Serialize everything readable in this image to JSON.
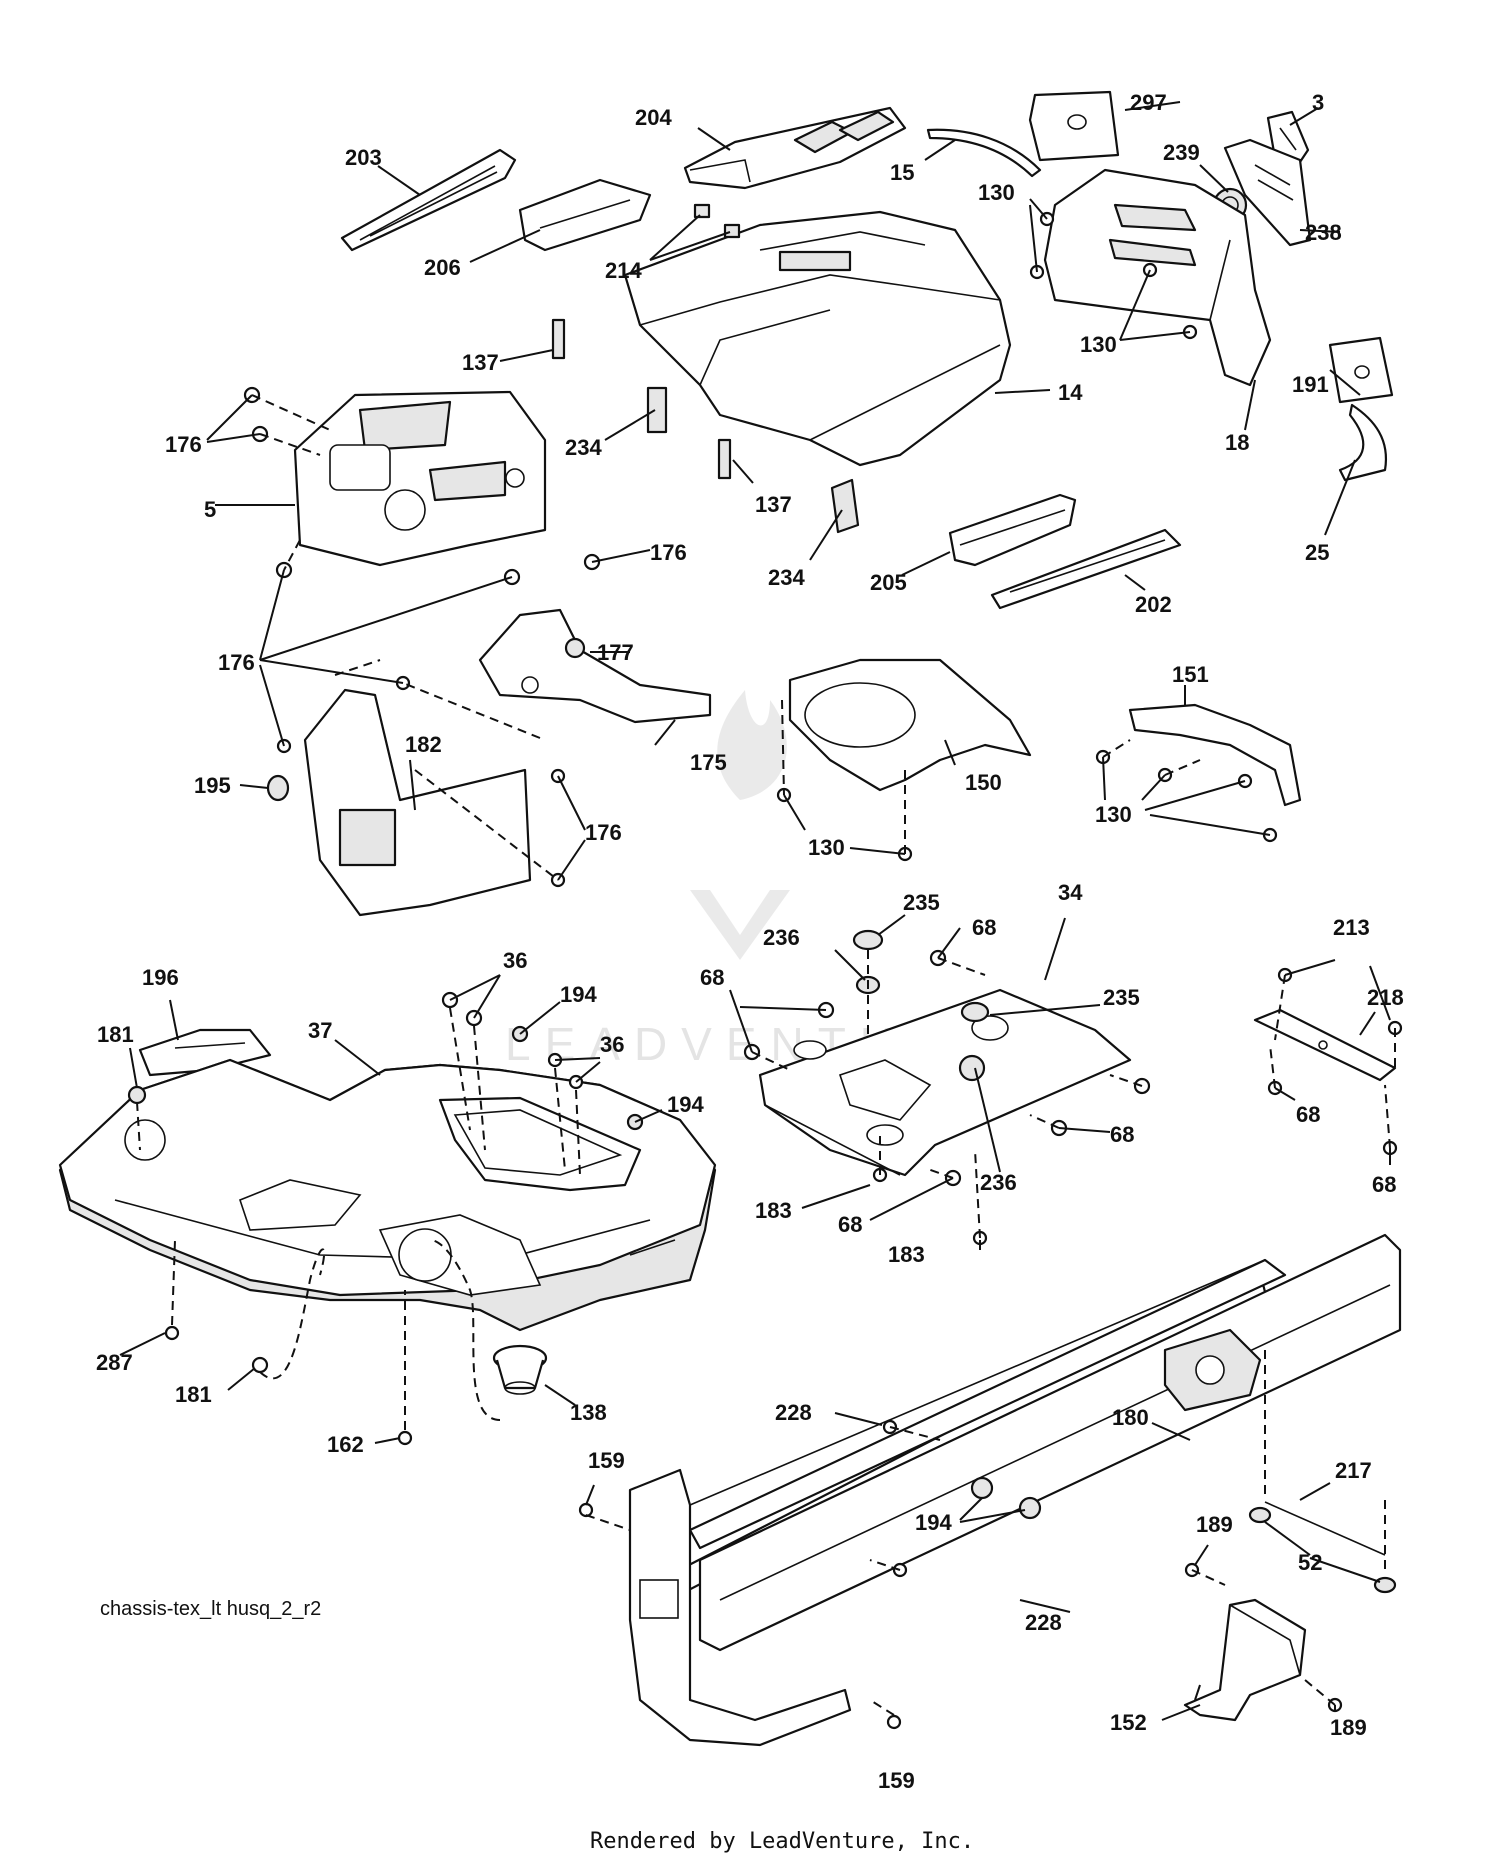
{
  "diagram": {
    "reference_code": "chassis-tex_lt husq_2_r2",
    "rendered_by": "Rendered by LeadVenture, Inc.",
    "watermark": "LEADVENTURE",
    "callouts": [
      {
        "id": "c297",
        "label": "297"
      },
      {
        "id": "c3",
        "label": "3"
      },
      {
        "id": "c204",
        "label": "204"
      },
      {
        "id": "c203",
        "label": "203"
      },
      {
        "id": "c15",
        "label": "15"
      },
      {
        "id": "c239",
        "label": "239"
      },
      {
        "id": "c130a",
        "label": "130"
      },
      {
        "id": "c238",
        "label": "238"
      },
      {
        "id": "c206",
        "label": "206"
      },
      {
        "id": "c214",
        "label": "214"
      },
      {
        "id": "c137a",
        "label": "137"
      },
      {
        "id": "c130b",
        "label": "130"
      },
      {
        "id": "c191",
        "label": "191"
      },
      {
        "id": "c14",
        "label": "14"
      },
      {
        "id": "c176a",
        "label": "176"
      },
      {
        "id": "c234a",
        "label": "234"
      },
      {
        "id": "c18",
        "label": "18"
      },
      {
        "id": "c5",
        "label": "5"
      },
      {
        "id": "c137b",
        "label": "137"
      },
      {
        "id": "c25",
        "label": "25"
      },
      {
        "id": "c176b",
        "label": "176"
      },
      {
        "id": "c234b",
        "label": "234"
      },
      {
        "id": "c205",
        "label": "205"
      },
      {
        "id": "c202",
        "label": "202"
      },
      {
        "id": "c177",
        "label": "177"
      },
      {
        "id": "c151",
        "label": "151"
      },
      {
        "id": "c176c",
        "label": "176"
      },
      {
        "id": "c182",
        "label": "182"
      },
      {
        "id": "c175",
        "label": "175"
      },
      {
        "id": "c195",
        "label": "195"
      },
      {
        "id": "c150",
        "label": "150"
      },
      {
        "id": "c130c",
        "label": "130"
      },
      {
        "id": "c176d",
        "label": "176"
      },
      {
        "id": "c130d",
        "label": "130"
      },
      {
        "id": "c235a",
        "label": "235"
      },
      {
        "id": "c34",
        "label": "34"
      },
      {
        "id": "c236a",
        "label": "236"
      },
      {
        "id": "c68a",
        "label": "68"
      },
      {
        "id": "c213",
        "label": "213"
      },
      {
        "id": "c196",
        "label": "196"
      },
      {
        "id": "c36a",
        "label": "36"
      },
      {
        "id": "c68b",
        "label": "68"
      },
      {
        "id": "c235b",
        "label": "235"
      },
      {
        "id": "c218",
        "label": "218"
      },
      {
        "id": "c194a",
        "label": "194"
      },
      {
        "id": "c181a",
        "label": "181"
      },
      {
        "id": "c37",
        "label": "37"
      },
      {
        "id": "c36b",
        "label": "36"
      },
      {
        "id": "c194b",
        "label": "194"
      },
      {
        "id": "c68c",
        "label": "68"
      },
      {
        "id": "c68d",
        "label": "68"
      },
      {
        "id": "c68e",
        "label": "68"
      },
      {
        "id": "c236b",
        "label": "236"
      },
      {
        "id": "c183a",
        "label": "183"
      },
      {
        "id": "c68f",
        "label": "68"
      },
      {
        "id": "c183b",
        "label": "183"
      },
      {
        "id": "c287",
        "label": "287"
      },
      {
        "id": "c181b",
        "label": "181"
      },
      {
        "id": "c138",
        "label": "138"
      },
      {
        "id": "c162",
        "label": "162"
      },
      {
        "id": "c228a",
        "label": "228"
      },
      {
        "id": "c180",
        "label": "180"
      },
      {
        "id": "c159a",
        "label": "159"
      },
      {
        "id": "c217",
        "label": "217"
      },
      {
        "id": "c194c",
        "label": "194"
      },
      {
        "id": "c189a",
        "label": "189"
      },
      {
        "id": "c52",
        "label": "52"
      },
      {
        "id": "c228b",
        "label": "228"
      },
      {
        "id": "c152",
        "label": "152"
      },
      {
        "id": "c189b",
        "label": "189"
      },
      {
        "id": "c159b",
        "label": "159"
      }
    ]
  }
}
